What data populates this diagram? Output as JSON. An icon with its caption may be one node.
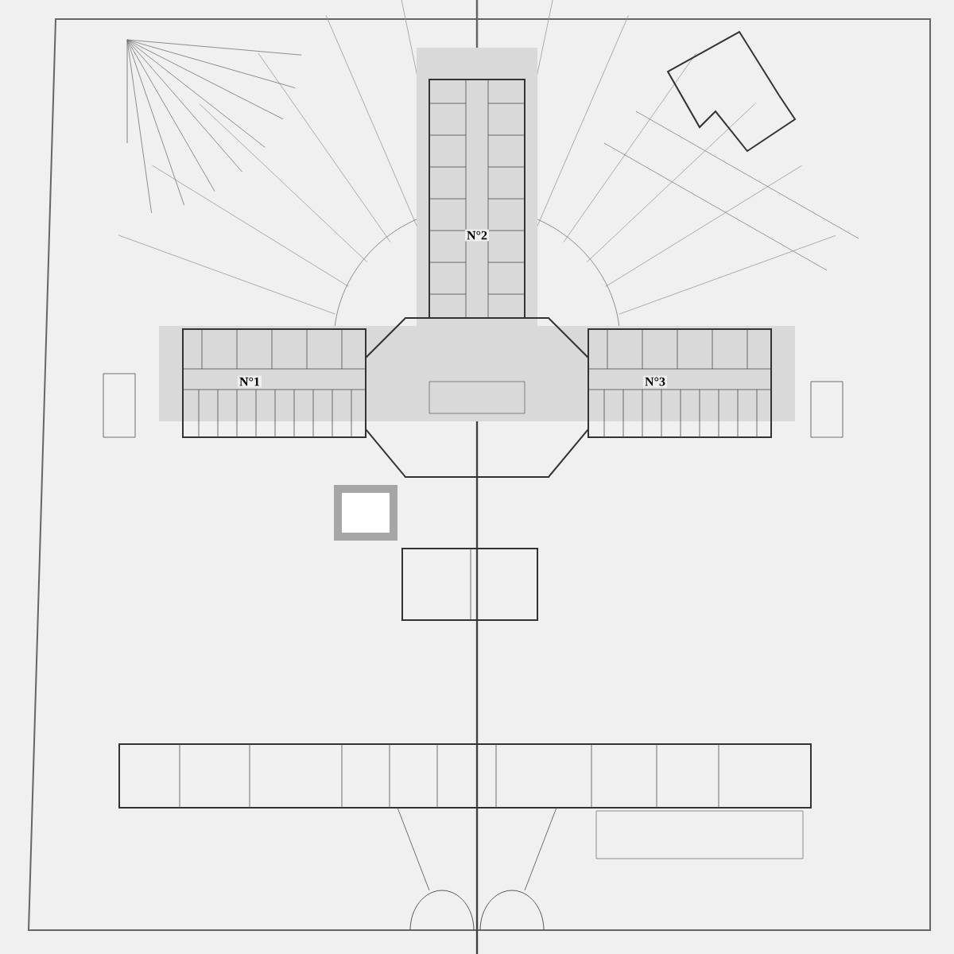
{
  "diagram": {
    "labels": [
      "N°2",
      "N°1",
      "N°3"
    ]
  }
}
